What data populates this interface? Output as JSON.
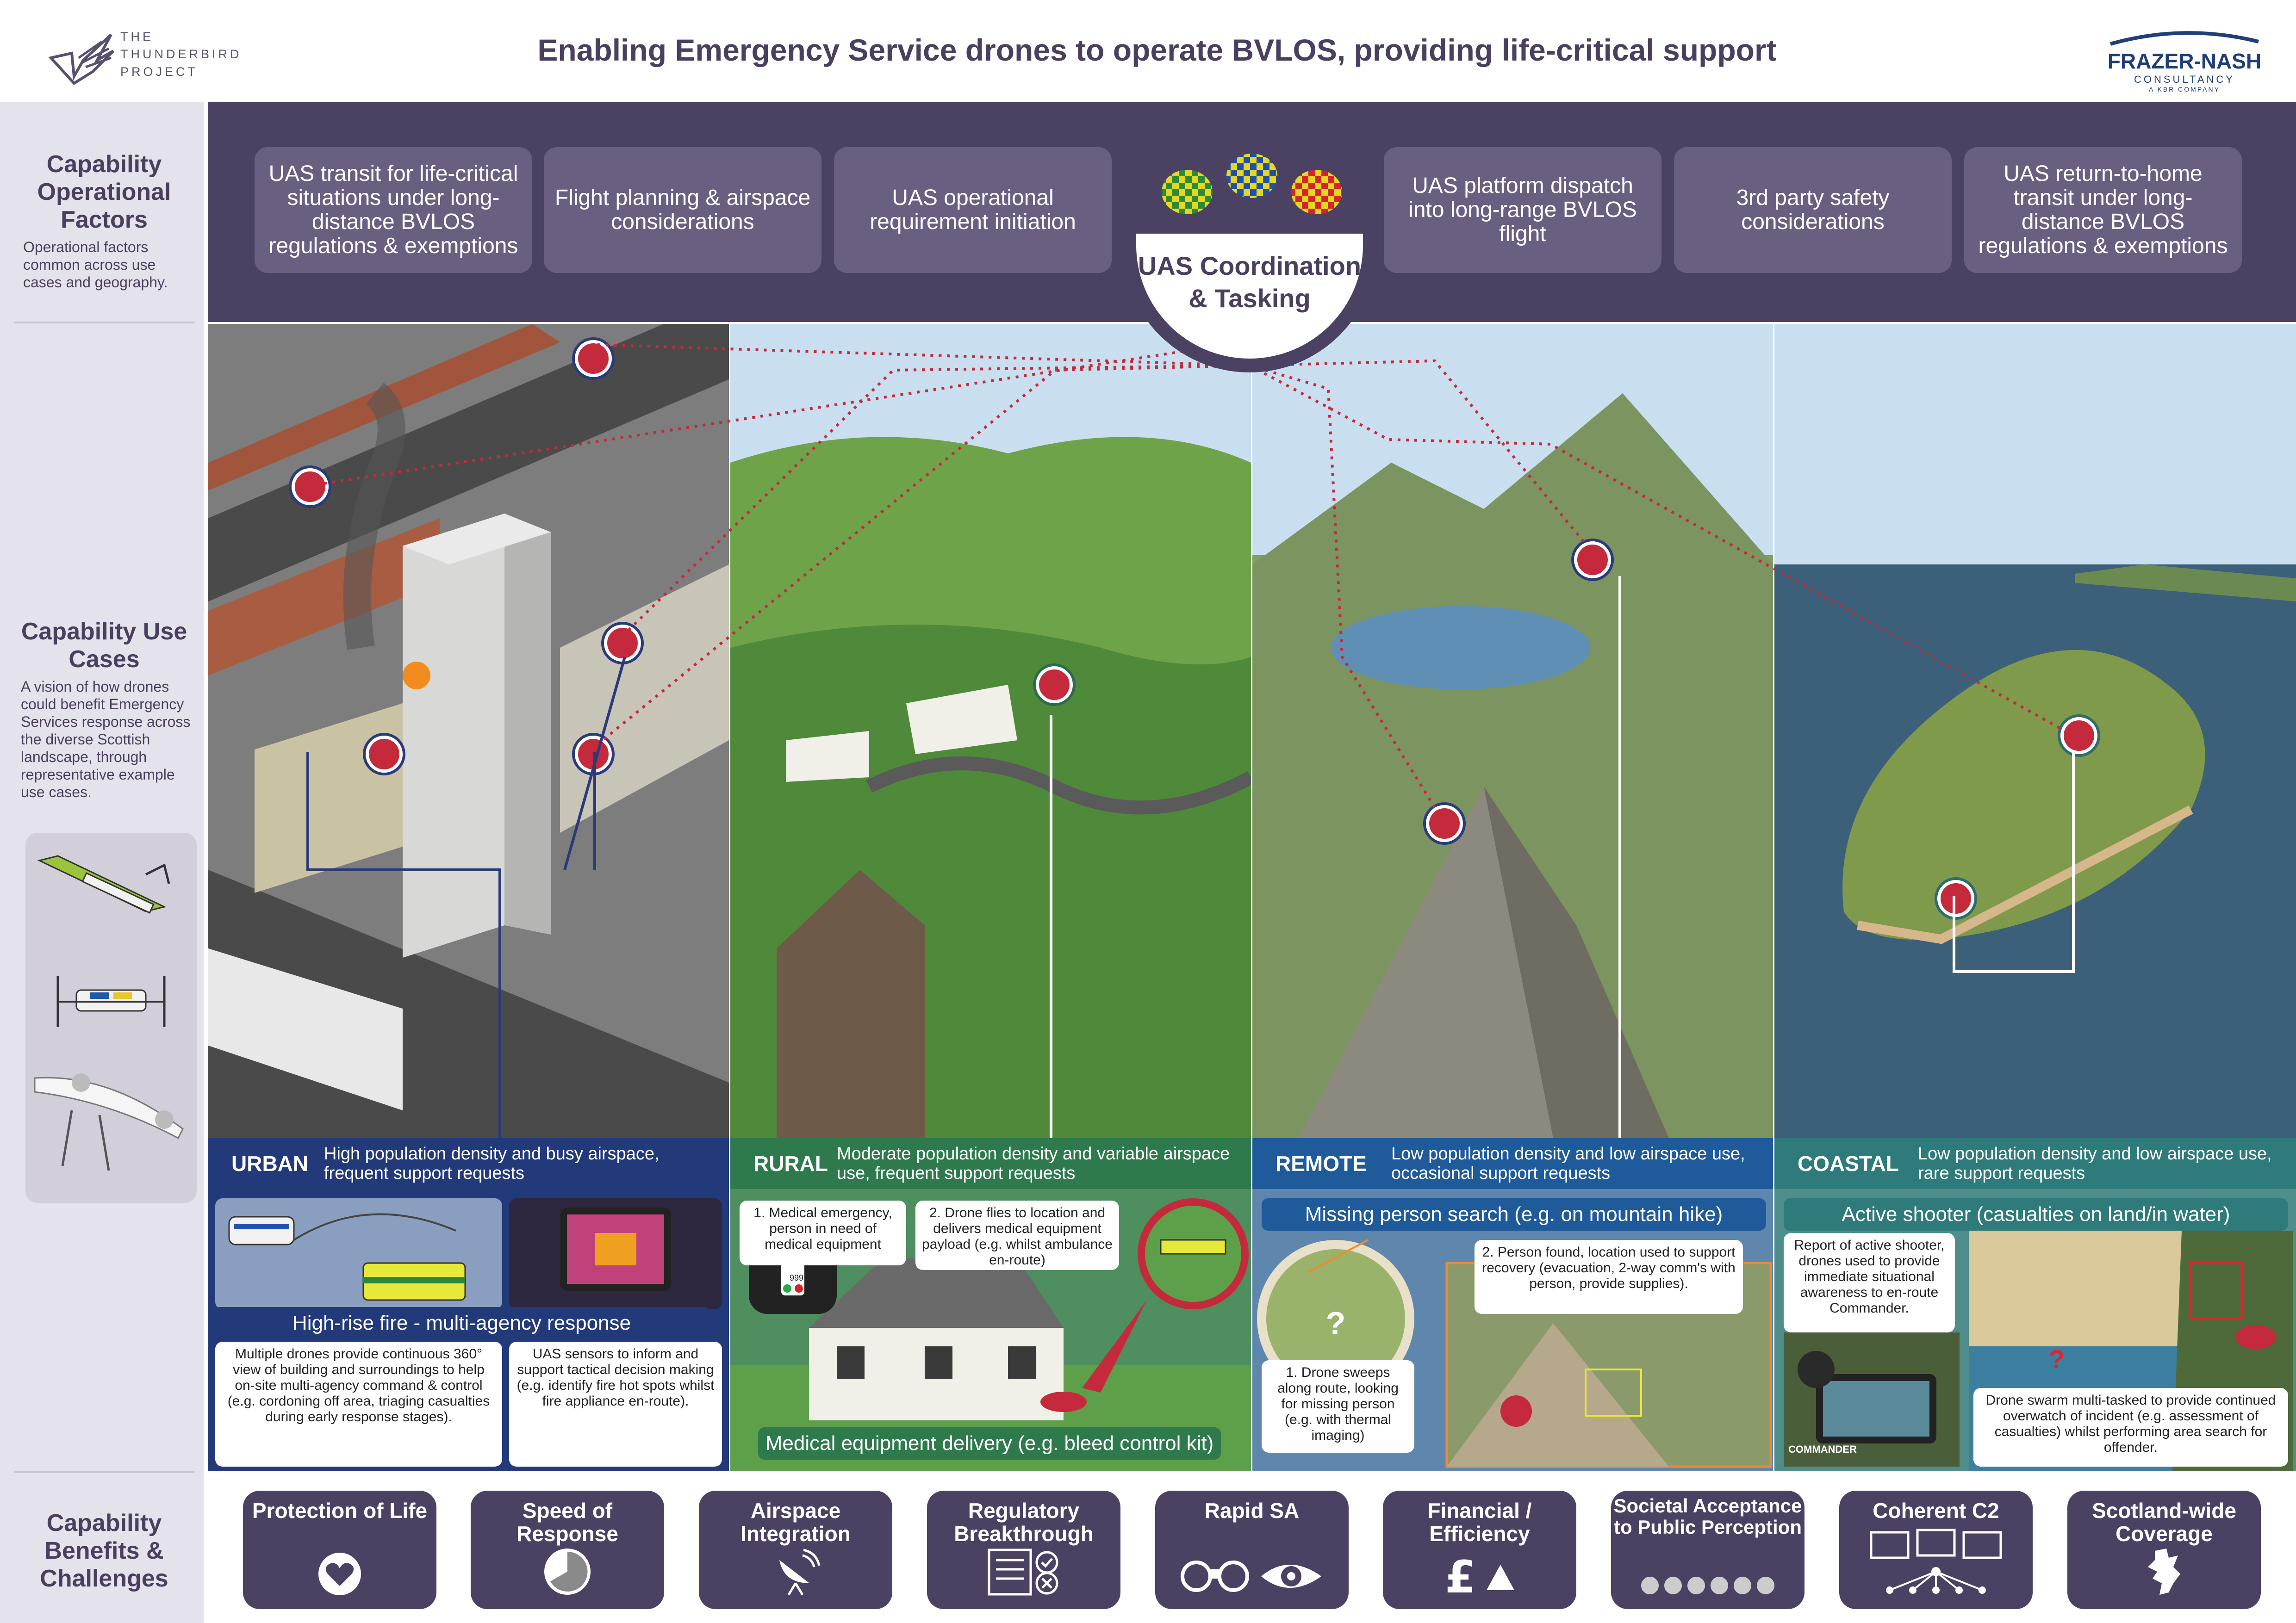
{
  "header": {
    "logo_left": {
      "line1": "THE",
      "line2": "THUNDERBIRD",
      "line3": "PROJECT"
    },
    "title": "Enabling Emergency Service drones to operate BVLOS, providing life-critical support",
    "logo_right": {
      "name": "FRAZER-NASH",
      "sub": "CONSULTANCY",
      "sub2": "A KBR COMPANY"
    }
  },
  "left": {
    "operational": {
      "heading": "Capability Operational Factors",
      "desc": "Operational factors common across use cases and geography."
    },
    "use_cases": {
      "heading": "Capability Use Cases",
      "desc": "A vision of how drones could benefit Emergency Services response across the diverse Scottish landscape, through representative example use cases."
    },
    "benefits": {
      "heading": "Capability Benefits & Challenges"
    }
  },
  "operational_factors": [
    "UAS transit for life-critical situations under long-distance BVLOS regulations & exemptions",
    "Flight planning & airspace considerations",
    "UAS operational requirement initiation",
    "UAS platform dispatch into long-range BVLOS flight",
    "3rd party safety considerations",
    "UAS return-to-home transit under long-distance BVLOS regulations & exemptions"
  ],
  "hub": {
    "label": "UAS Coordination & Tasking"
  },
  "colors": {
    "purple": "#4b4163",
    "urban": "#233a7a",
    "rural": "#2f7a4d",
    "remote": "#1f5a9a",
    "coastal": "#2f7a7a",
    "pin": "#c42a3b"
  },
  "use_cases": {
    "urban": {
      "name": "URBAN",
      "desc": "High population density and busy airspace, frequent support requests",
      "subtitle": "High-rise fire - multi-agency response",
      "callout_left": "Multiple drones provide continuous 360° view of building and surroundings to help on-site multi-agency command & control (e.g. cordoning off area, triaging casualties during early response stages).",
      "callout_right": "UAS sensors to inform and support tactical decision making (e.g. identify fire hot spots whilst fire appliance en-route)."
    },
    "rural": {
      "name": "RURAL",
      "desc": "Moderate population density and variable airspace use, frequent support requests",
      "callout_1": "1. Medical emergency, person in need of medical equipment",
      "callout_2": "2. Drone flies to location and delivers medical equipment payload (e.g. whilst ambulance en-route)",
      "phone_text": "999",
      "subtitle": "Medical equipment delivery (e.g. bleed control kit)"
    },
    "remote": {
      "name": "REMOTE",
      "desc": "Low population density and low airspace use, occasional support requests",
      "subtitle": "Missing person search (e.g. on mountain hike)",
      "callout_1": "1. Drone sweeps along route, looking for missing person (e.g. with thermal imaging)",
      "callout_2": "2. Person found, location used to support recovery (evacuation, 2-way comm's with person, provide supplies)."
    },
    "coastal": {
      "name": "COASTAL",
      "desc": "Low population density and low airspace use, rare support requests",
      "subtitle": "Active shooter (casualties on land/in water)",
      "callout_1": "Report of active shooter, drones used to provide immediate situational awareness to en-route Commander.",
      "callout_2": "Drone swarm multi-tasked to provide continued overwatch of incident (e.g. assessment of casualties) whilst performing area search for offender.",
      "commander_label": "COMMANDER"
    }
  },
  "benefits": [
    {
      "label": "Protection of Life",
      "icon": "heart-icon"
    },
    {
      "label": "Speed of Response",
      "icon": "stopwatch-icon"
    },
    {
      "label": "Airspace Integration",
      "icon": "radar-dish-icon"
    },
    {
      "label": "Regulatory Breakthrough",
      "icon": "checklist-icon"
    },
    {
      "label": "Rapid SA",
      "icon": "binoculars-eye-icon"
    },
    {
      "label": "Financial / Efficiency",
      "icon": "pound-triangle-icon"
    },
    {
      "label": "Societal Acceptance to Public Perception",
      "icon": "faces-icon"
    },
    {
      "label": "Coherent C2",
      "icon": "network-screens-icon"
    },
    {
      "label": "Scotland-wide Coverage",
      "icon": "scotland-map-icon"
    }
  ]
}
